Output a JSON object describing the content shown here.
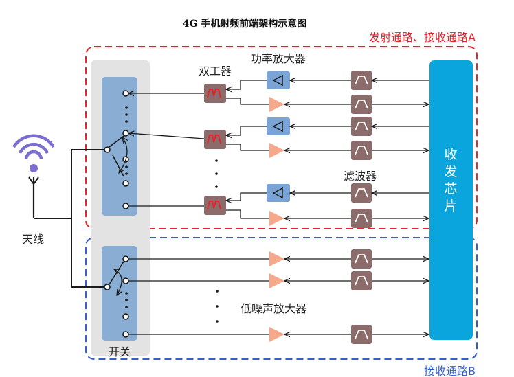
{
  "title": "4G 手机射频前端架构示意图",
  "region_a_label": "发射通路、接收通路A",
  "region_b_label": "接收通路B",
  "antenna_label": "天线",
  "switch_label": "开关",
  "duplexer_label": "双工器",
  "pa_label": "功率放大器",
  "filter_label": "滤波器",
  "lna_label": "低噪声放大器",
  "transceiver_chars": [
    "收",
    "发",
    "芯",
    "片"
  ],
  "colors": {
    "region_a": "#e8222a",
    "region_b": "#2f5fd0",
    "switch_panel": "#8aaed3",
    "switch_bg": "#e3e3e3",
    "duplexer": "#8c6b6b",
    "duplexer_glyph": "#e8222a",
    "pa": "#7aa3d6",
    "lna": "#f5a88a",
    "filter": "#8c6b6b",
    "transceiver": "#0aa5dc",
    "antenna": "#7a6fd0"
  },
  "icons": [
    "wifi-antenna-icon",
    "switch-port-icon",
    "duplexer-icon",
    "power-amplifier-icon",
    "low-noise-amplifier-icon",
    "bandpass-filter-icon",
    "arrow-left-icon",
    "arrow-right-icon"
  ]
}
